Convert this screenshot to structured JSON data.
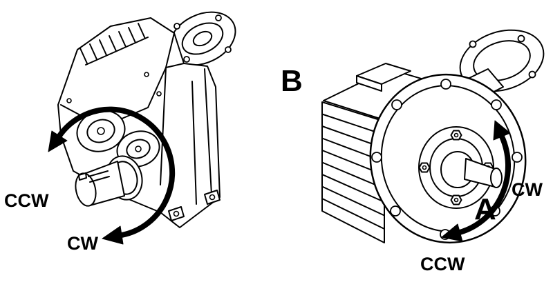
{
  "colors": {
    "background": "#ffffff",
    "ink": "#000000"
  },
  "left_figure": {
    "description_icon": "parallel-shaft-gearmotor-drawing",
    "labels": {
      "ccw": "CCW",
      "cw": "CW"
    }
  },
  "right_figure": {
    "description_icon": "flange-gearmotor-drawing",
    "labels": {
      "side_b": "B",
      "cw": "CW",
      "side_a": "A",
      "ccw": "CCW"
    }
  }
}
